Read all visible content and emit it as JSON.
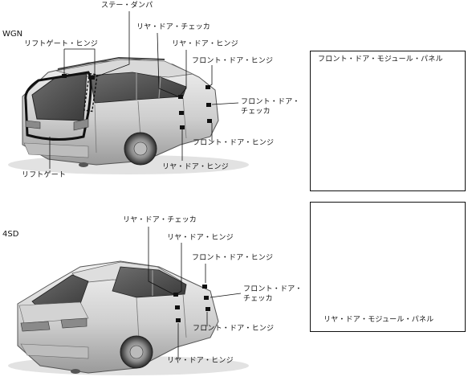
{
  "variants": {
    "wagon": "WGN",
    "sedan": "4SD"
  },
  "wagon_labels": {
    "stay_damper": "ステー・ダンパ",
    "liftgate_hinge": "リフトゲート・ヒンジ",
    "rear_door_checker": "リヤ・ドア・チェッカ",
    "rear_door_hinge_upper": "リヤ・ドア・ヒンジ",
    "front_door_hinge_upper": "フロント・ドア・ヒンジ",
    "front_door_checker_line1": "フロント・ドア・",
    "front_door_checker_line2": "チェッカ",
    "front_door_hinge_lower": "フロント・ドア・ヒンジ",
    "rear_door_hinge_lower": "リヤ・ドア・ヒンジ",
    "liftgate": "リフトゲート"
  },
  "sedan_labels": {
    "rear_door_checker": "リヤ・ドア・チェッカ",
    "rear_door_hinge_upper": "リヤ・ドア・ヒンジ",
    "front_door_hinge_upper": "フロント・ドア・ヒンジ",
    "front_door_checker_line1": "フロント・ドア・",
    "front_door_checker_line2": "チェッカ",
    "front_door_hinge_lower": "フロント・ドア・ヒンジ",
    "rear_door_hinge_lower": "リヤ・ドア・ヒンジ"
  },
  "panel_labels": {
    "front_module_panel": "フロント・ドア・モジュール・パネル",
    "rear_module_panel": "リヤ・ドア・モジュール・パネル"
  }
}
